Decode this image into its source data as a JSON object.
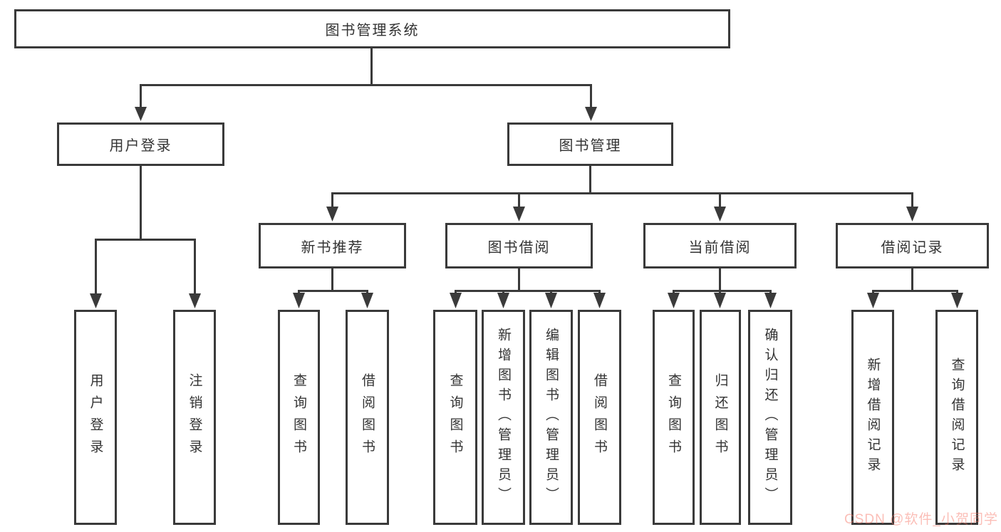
{
  "nodes": {
    "root": "图书管理系统",
    "user_login": "用户登录",
    "book_management": "图书管理",
    "new_book_recommend": "新书推荐",
    "book_borrow": "图书借阅",
    "current_borrow": "当前借阅",
    "borrow_record": "借阅记录",
    "leaf_user_login": "用户登录",
    "leaf_logout": "注销登录",
    "leaf_nbr_query_book": "查询图书",
    "leaf_nbr_borrow_book": "借阅图书",
    "leaf_bb_query_book": "查询图书",
    "leaf_bb_add_book": "新增图书（管理员）",
    "leaf_bb_edit_book": "编辑图书（管理员）",
    "leaf_bb_borrow_book": "借阅图书",
    "leaf_cb_query_book": "查询图书",
    "leaf_cb_return_book": "归还图书",
    "leaf_cb_confirm_return": "确认归还（管理员）",
    "leaf_br_add_record": "新增借阅记录",
    "leaf_br_query_record": "查询借阅记录"
  },
  "watermark": {
    "text": "CSDN @软件_小贺同学"
  },
  "colors": {
    "line": "#3a3a3a",
    "box_border": "#3a3a3a",
    "text": "#333333",
    "background": "#ffffff",
    "watermark": "rgba(246,110,96,0.45)"
  }
}
